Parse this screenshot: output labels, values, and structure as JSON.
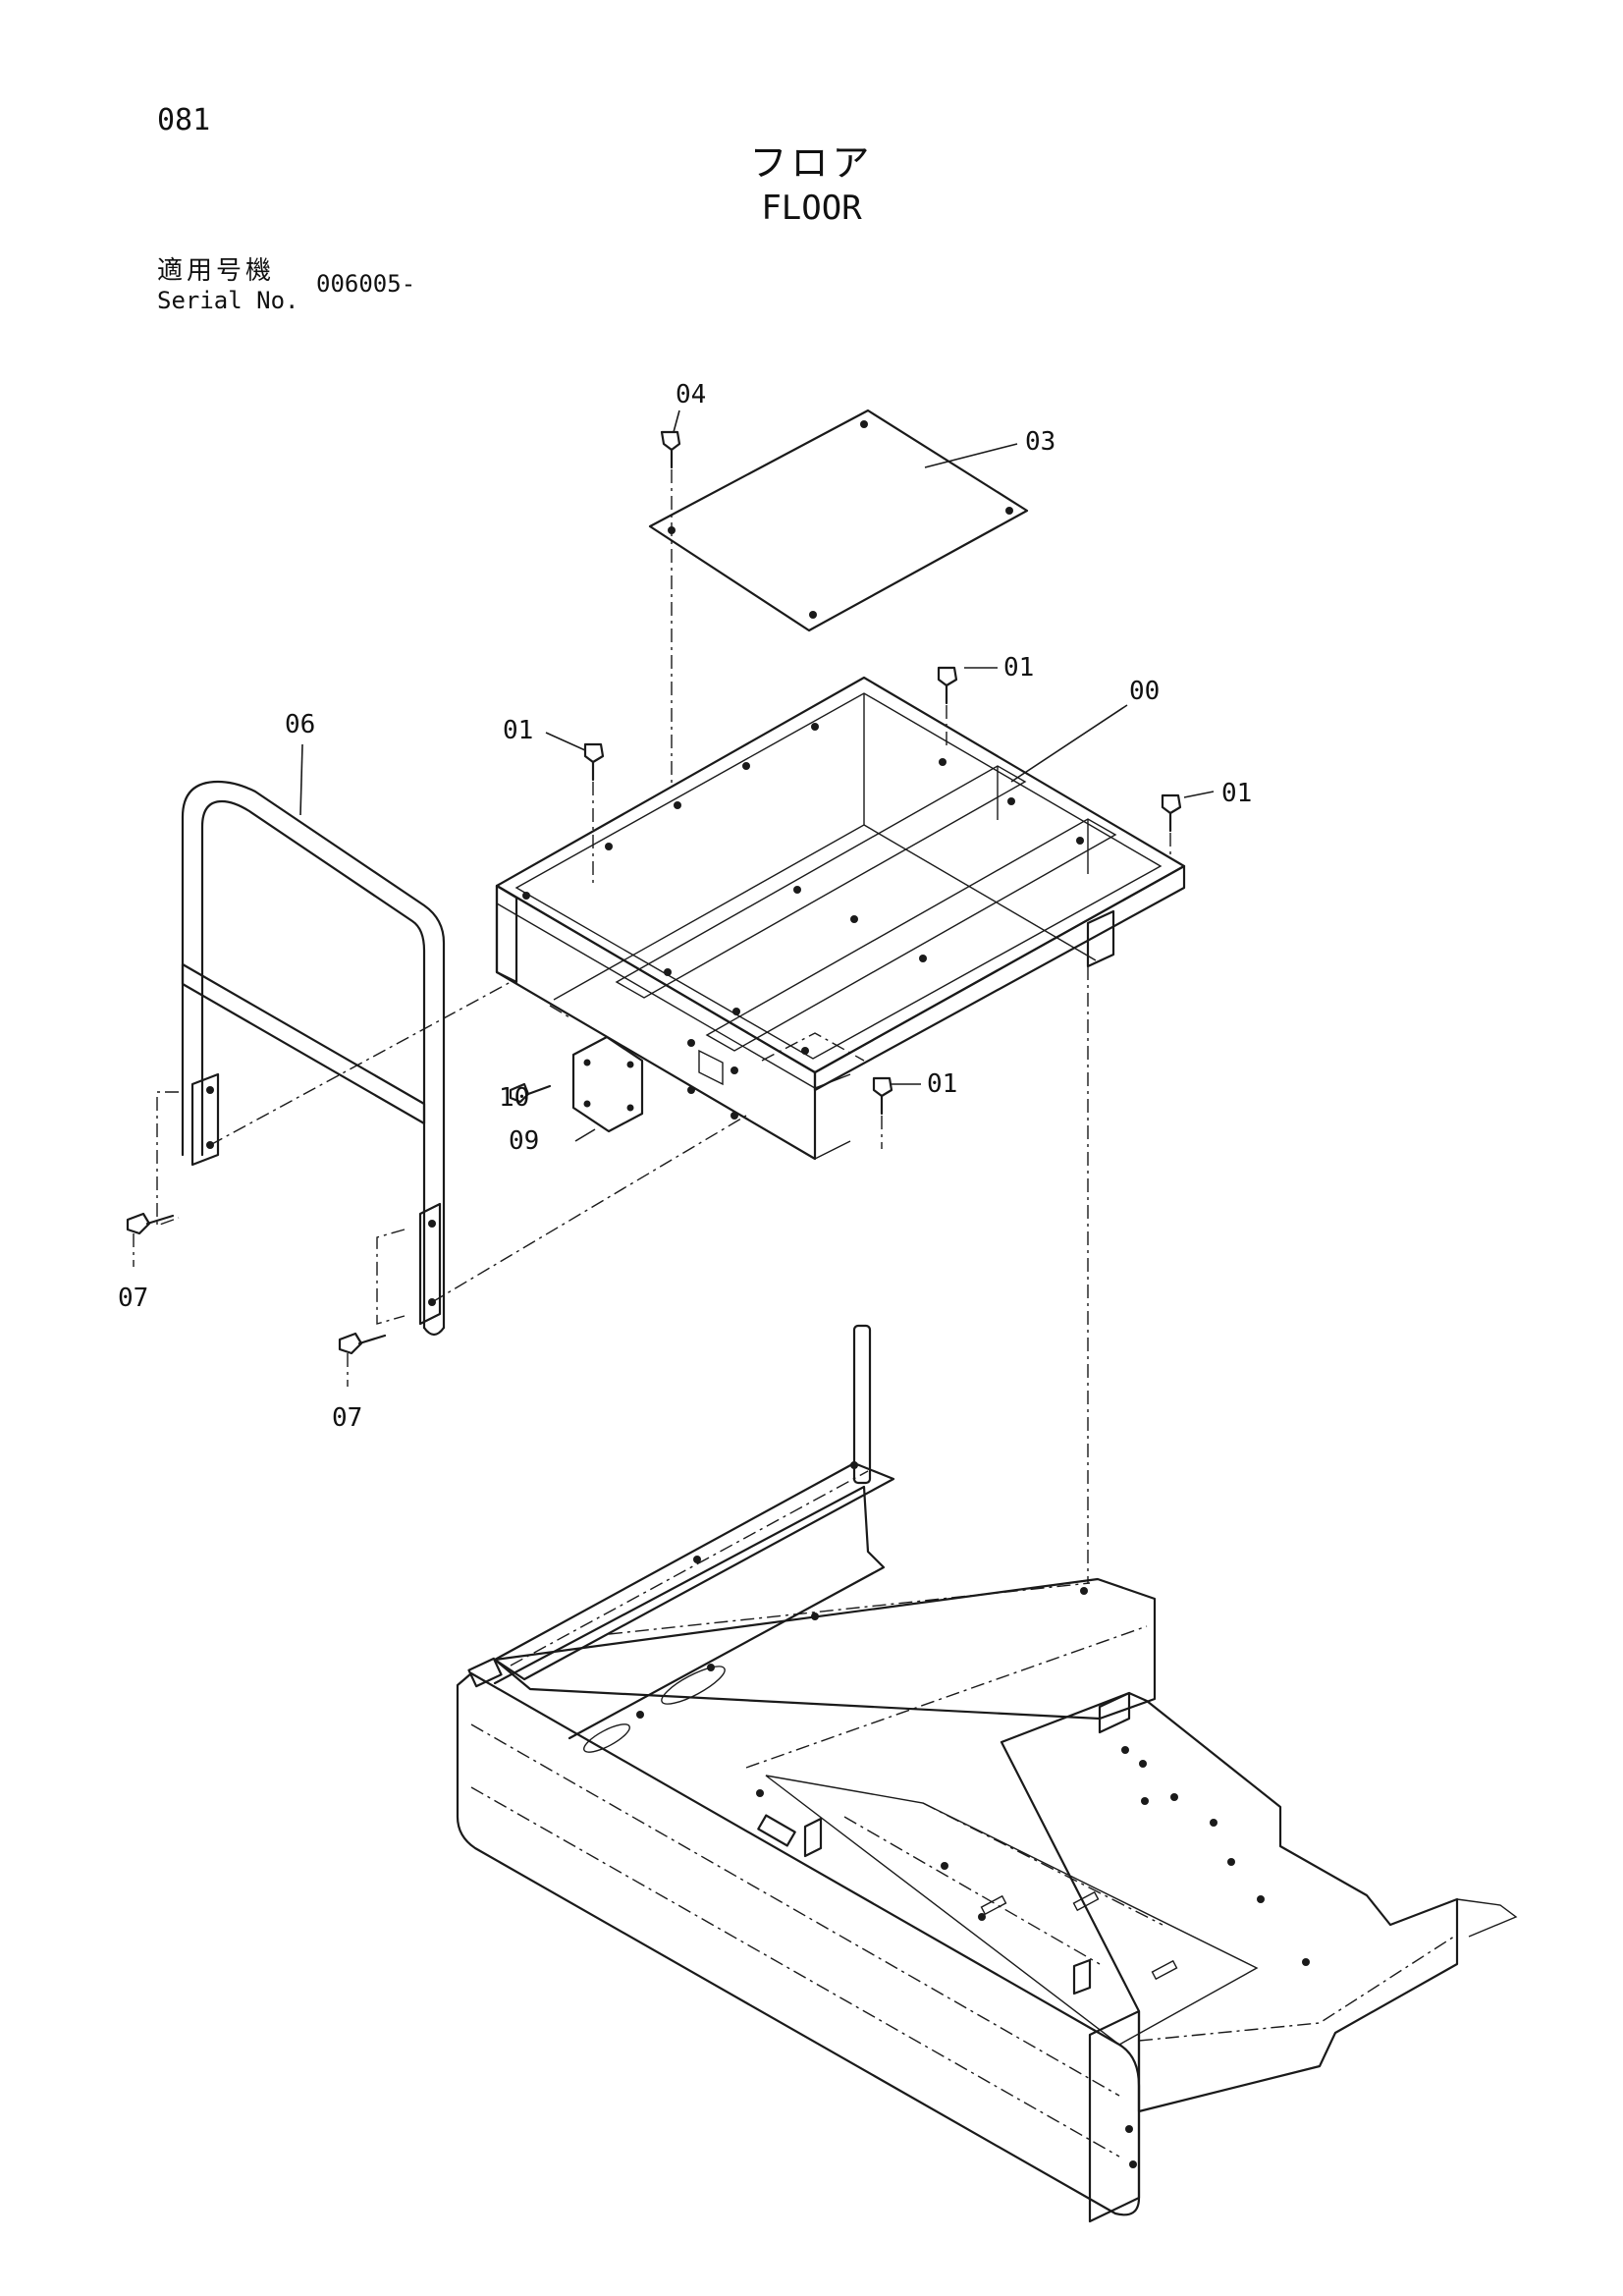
{
  "page": {
    "number": "081",
    "title_jp": "フロア",
    "title_en": "FLOOR"
  },
  "serial": {
    "label_jp": "適用号機",
    "label_en": "Serial No.",
    "value": "006005-"
  },
  "callouts": {
    "c00": "00",
    "c01a": "01",
    "c01b": "01",
    "c01c": "01",
    "c01d": "01",
    "c03": "03",
    "c04": "04",
    "c06": "06",
    "c07a": "07",
    "c07b": "07",
    "c09": "09",
    "c10": "10"
  },
  "parts": [
    {
      "ref": "00",
      "component": "floor-frame"
    },
    {
      "ref": "01",
      "component": "bolt"
    },
    {
      "ref": "03",
      "component": "plate"
    },
    {
      "ref": "04",
      "component": "bolt"
    },
    {
      "ref": "06",
      "component": "handrail"
    },
    {
      "ref": "07",
      "component": "bolt"
    },
    {
      "ref": "09",
      "component": "cover"
    },
    {
      "ref": "10",
      "component": "bolt"
    }
  ]
}
